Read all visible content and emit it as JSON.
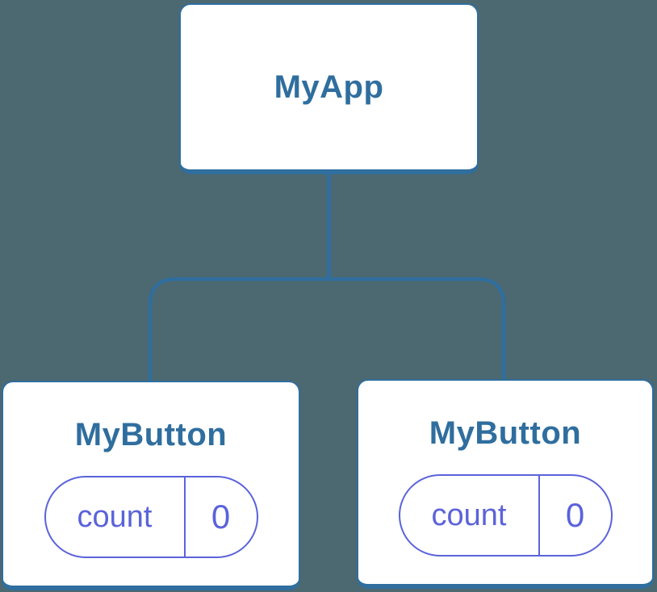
{
  "diagram": {
    "root": {
      "label": "MyApp"
    },
    "children": [
      {
        "label": "MyButton",
        "state": {
          "key": "count",
          "value": "0"
        }
      },
      {
        "label": "MyButton",
        "state": {
          "key": "count",
          "value": "0"
        }
      }
    ],
    "colors": {
      "background": "#4C6870",
      "node_fill": "#FFFFFF",
      "node_border_blue": "#2F6E9E",
      "label_blue": "#2F6E9E",
      "connector_blue": "#2F6E9E",
      "state_pill_purple": "#5B63DA"
    }
  }
}
